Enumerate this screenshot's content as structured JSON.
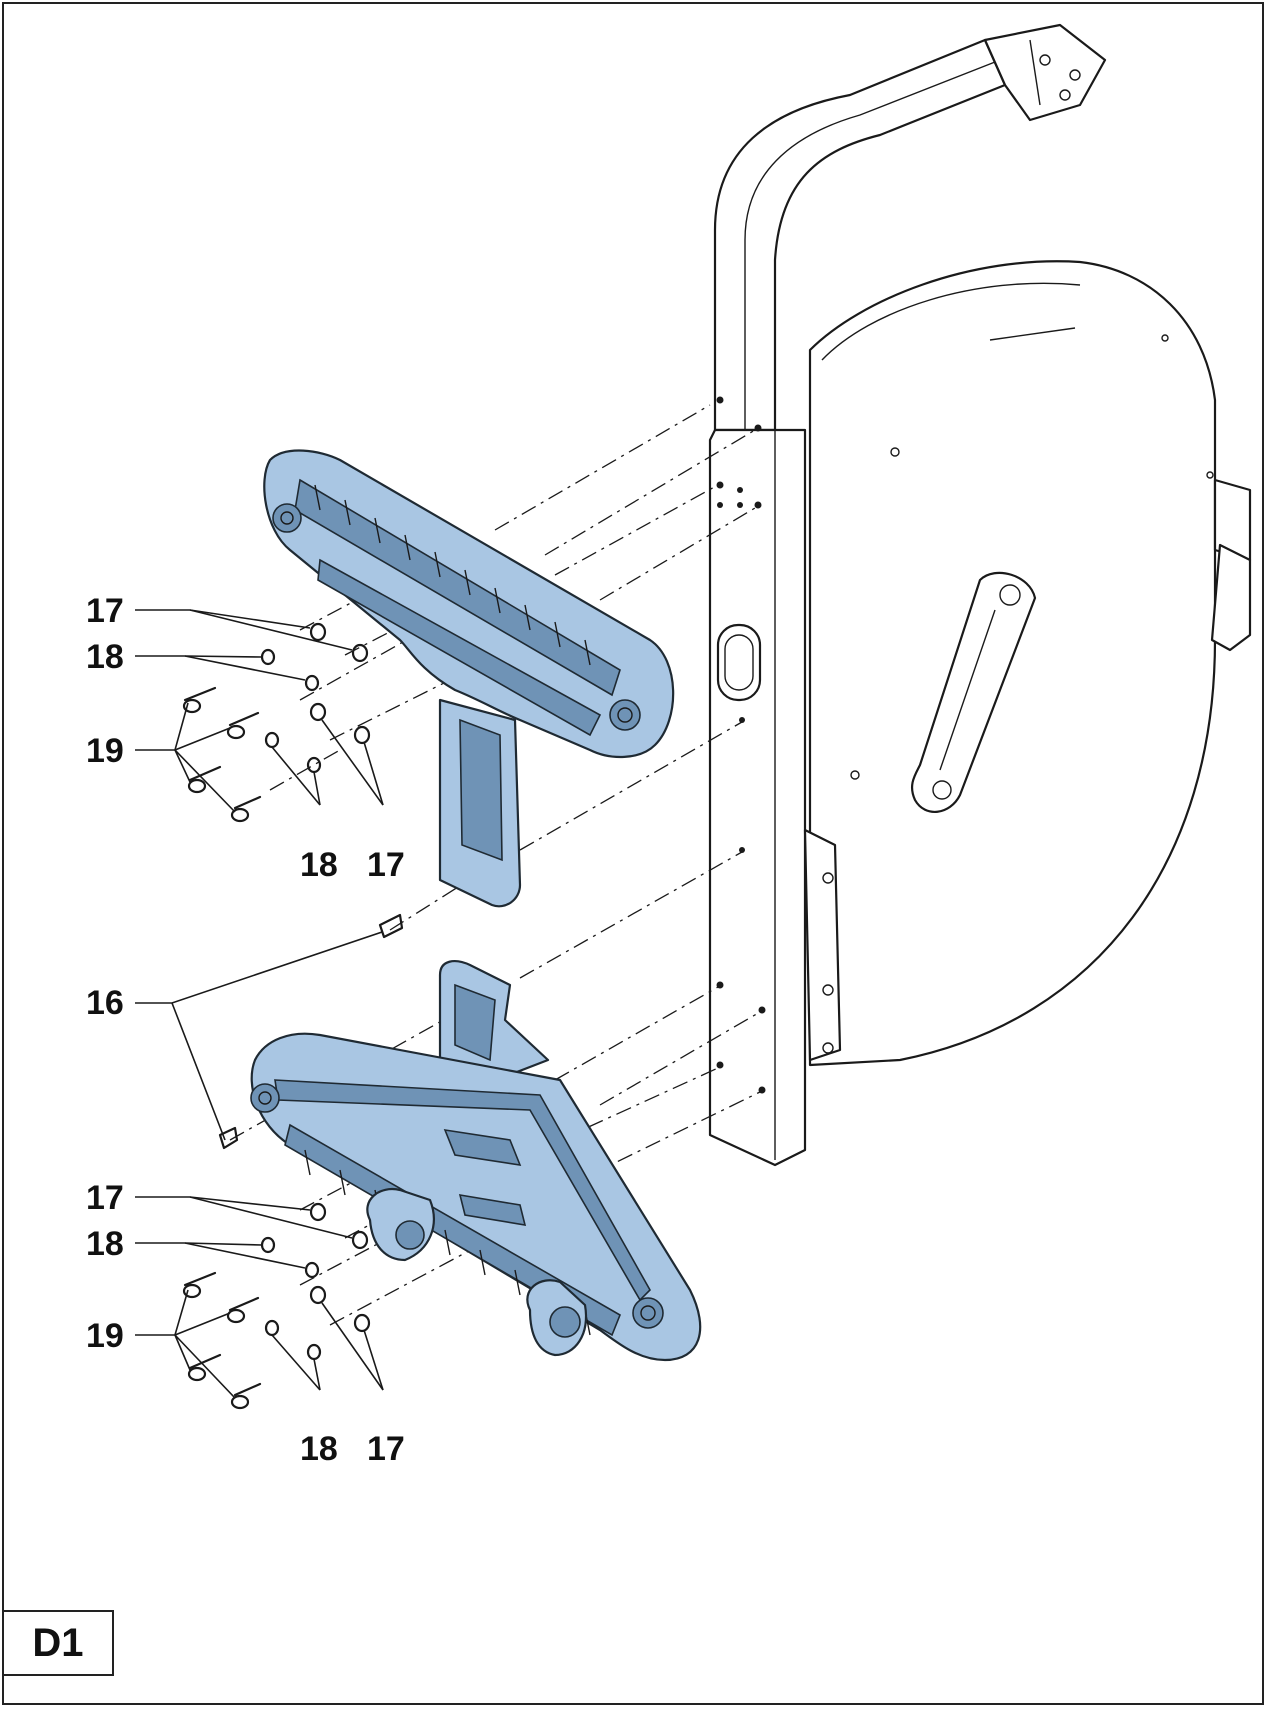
{
  "colors": {
    "part_fill": "#a9c6e3",
    "part_dark": "#6f93b6",
    "line": "#1a1a1a"
  },
  "figure_label": "D1",
  "callouts": {
    "top_washer_label": "17",
    "top_nut_label": "18",
    "top_screw_label": "19",
    "top_bottom_nut_label": "18",
    "top_bottom_washer_label": "17",
    "pin_label": "16",
    "bottom_washer_label": "17",
    "bottom_nut_label": "18",
    "bottom_screw_label": "19",
    "bottom_bottom_nut_label": "18",
    "bottom_bottom_washer_label": "17"
  }
}
